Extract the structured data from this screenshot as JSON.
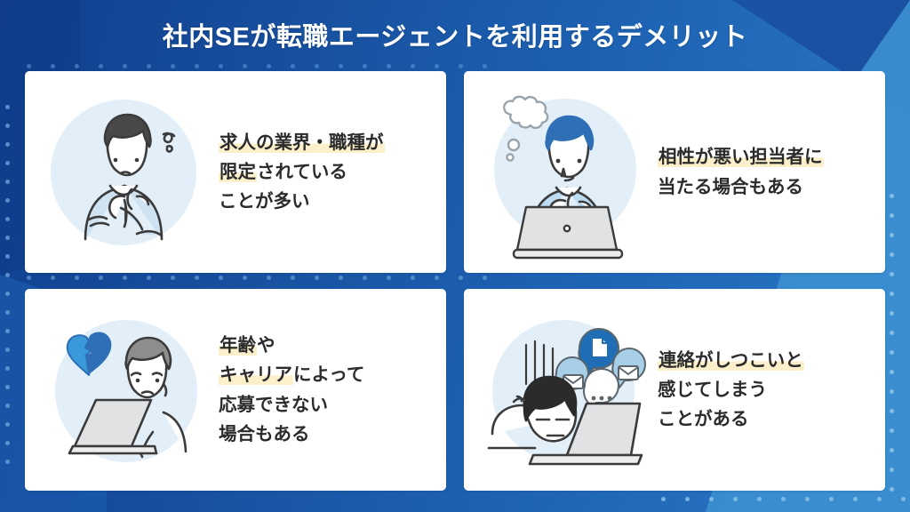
{
  "slide": {
    "title": "社内SEが転職エージェントを利用するデメリット",
    "background_colors": {
      "gradient_start": "#113f8e",
      "gradient_end": "#2a7ac7",
      "accent_wedge": "#3b8ed0",
      "dot": "#8fc4ea"
    },
    "card_color": "#ffffff",
    "highlight_color": "#fbf0ca",
    "text_color": "#2b2b2b"
  },
  "cards": [
    {
      "id": "card-1",
      "illustration": "thinking-businessman-icon",
      "lines": [
        {
          "text": "求人の業界・職種が",
          "highlight": "full"
        },
        {
          "text": "限定されている",
          "highlight": "partial",
          "highlight_text": "限定",
          "rest_text": "されている"
        },
        {
          "text": "ことが多い",
          "highlight": "none"
        }
      ]
    },
    {
      "id": "card-2",
      "illustration": "worried-person-laptop-icon",
      "lines": [
        {
          "text": "相性が悪い担当者に",
          "highlight": "full"
        },
        {
          "text": "当たる場合もある",
          "highlight": "none"
        }
      ]
    },
    {
      "id": "card-3",
      "illustration": "broken-heart-person-laptop-icon",
      "lines": [
        {
          "text": "年齢や",
          "highlight": "partial",
          "highlight_text": "年齢",
          "rest_text": "や"
        },
        {
          "text": "キャリアによって",
          "highlight": "partial",
          "highlight_text": "キャリア",
          "rest_text": "によって"
        },
        {
          "text": "応募できない",
          "highlight": "none"
        },
        {
          "text": "場合もある",
          "highlight": "none"
        }
      ]
    },
    {
      "id": "card-4",
      "illustration": "exhausted-person-notifications-icon",
      "lines": [
        {
          "text": "連絡がしつこいと",
          "highlight": "full"
        },
        {
          "text": "感じてしまう",
          "highlight": "none"
        },
        {
          "text": "ことがある",
          "highlight": "none"
        }
      ]
    }
  ]
}
